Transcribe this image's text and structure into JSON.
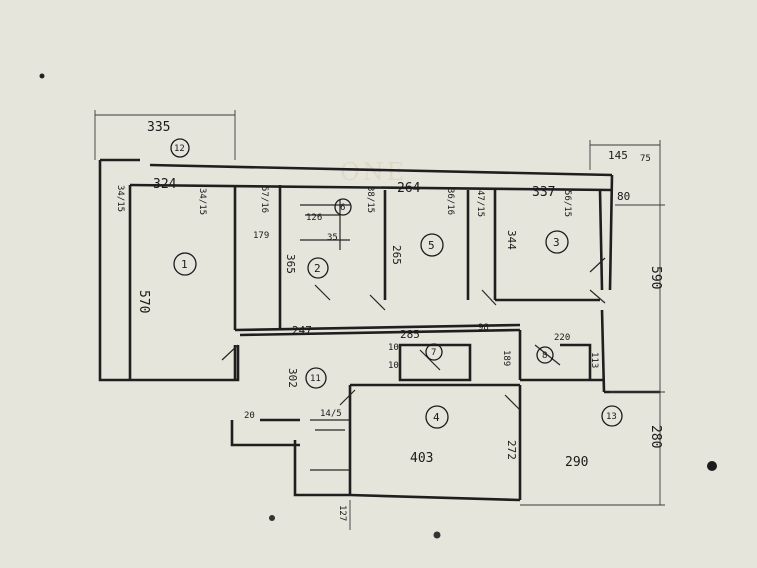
{
  "plan": {
    "watermark": "ONE",
    "dimensions": {
      "top_overall": "335",
      "top_right": "145",
      "top_right_small": "75",
      "right_overall": "590",
      "right_lower": "280",
      "right_offset": "80",
      "balcony_left": "324",
      "corridor_width": "264",
      "room3_width": "337",
      "room1_height": "570",
      "room2_width": "179",
      "room2_height": "365",
      "wc_width": "35",
      "wc_height": "126",
      "room4_height": "344",
      "room5_height": "265",
      "hall_width": "247",
      "hall_height": "302",
      "passage": "285",
      "passage_small": "98",
      "kitchen_width": "403",
      "kitchen_height": "272",
      "loggia_width": "290",
      "bath_width": "220",
      "bath_height": "189",
      "bath_small": "113",
      "entry_left": "20",
      "entry_small": "10",
      "hall_small": "10",
      "bottom_depth": "127"
    },
    "openings": {
      "a": "34/15",
      "b": "57/16",
      "c": "38/15",
      "d": "36/16",
      "e": "47/15",
      "f": "56/15",
      "g": "34/15",
      "h": "14/5"
    },
    "rooms": [
      {
        "id": "r1",
        "number": "1"
      },
      {
        "id": "r2",
        "number": "2"
      },
      {
        "id": "r3",
        "number": "3"
      },
      {
        "id": "r4",
        "number": "4"
      },
      {
        "id": "r5",
        "number": "5"
      },
      {
        "id": "r6",
        "number": "6"
      },
      {
        "id": "r7",
        "number": "7"
      },
      {
        "id": "r8",
        "number": "8"
      },
      {
        "id": "r11",
        "number": "11"
      },
      {
        "id": "r12",
        "number": "12"
      },
      {
        "id": "r13",
        "number": "13"
      }
    ]
  }
}
